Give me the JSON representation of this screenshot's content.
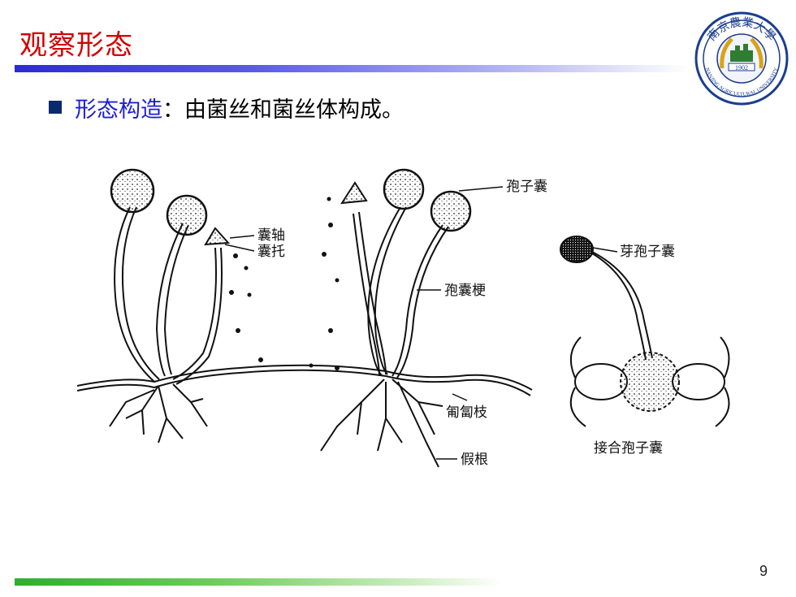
{
  "slide": {
    "title": "观察形态",
    "page_number": "9"
  },
  "bullet": {
    "key": "形态构造",
    "text": "：由菌丝和菌丝体构成。"
  },
  "logo": {
    "year": "1902",
    "text_en": "NANJING AGRICULTURAL UNIVERSITY",
    "text_cn": "南京農業大學"
  },
  "figure": {
    "labels": {
      "sporangium": "孢子囊",
      "columella": "囊轴",
      "apophysis": "囊托",
      "sporangiophore": "孢囊梗",
      "stolon": "匍匐枝",
      "rhizoid": "假根",
      "bud_sporangium": "芽孢子囊",
      "zygosporangium": "接合孢子囊"
    }
  },
  "colors": {
    "title": "#d40000",
    "bullet_key": "#1d1dd8",
    "title_bar": "#2b2ad8",
    "bottom_bar": "#2fae2f"
  }
}
